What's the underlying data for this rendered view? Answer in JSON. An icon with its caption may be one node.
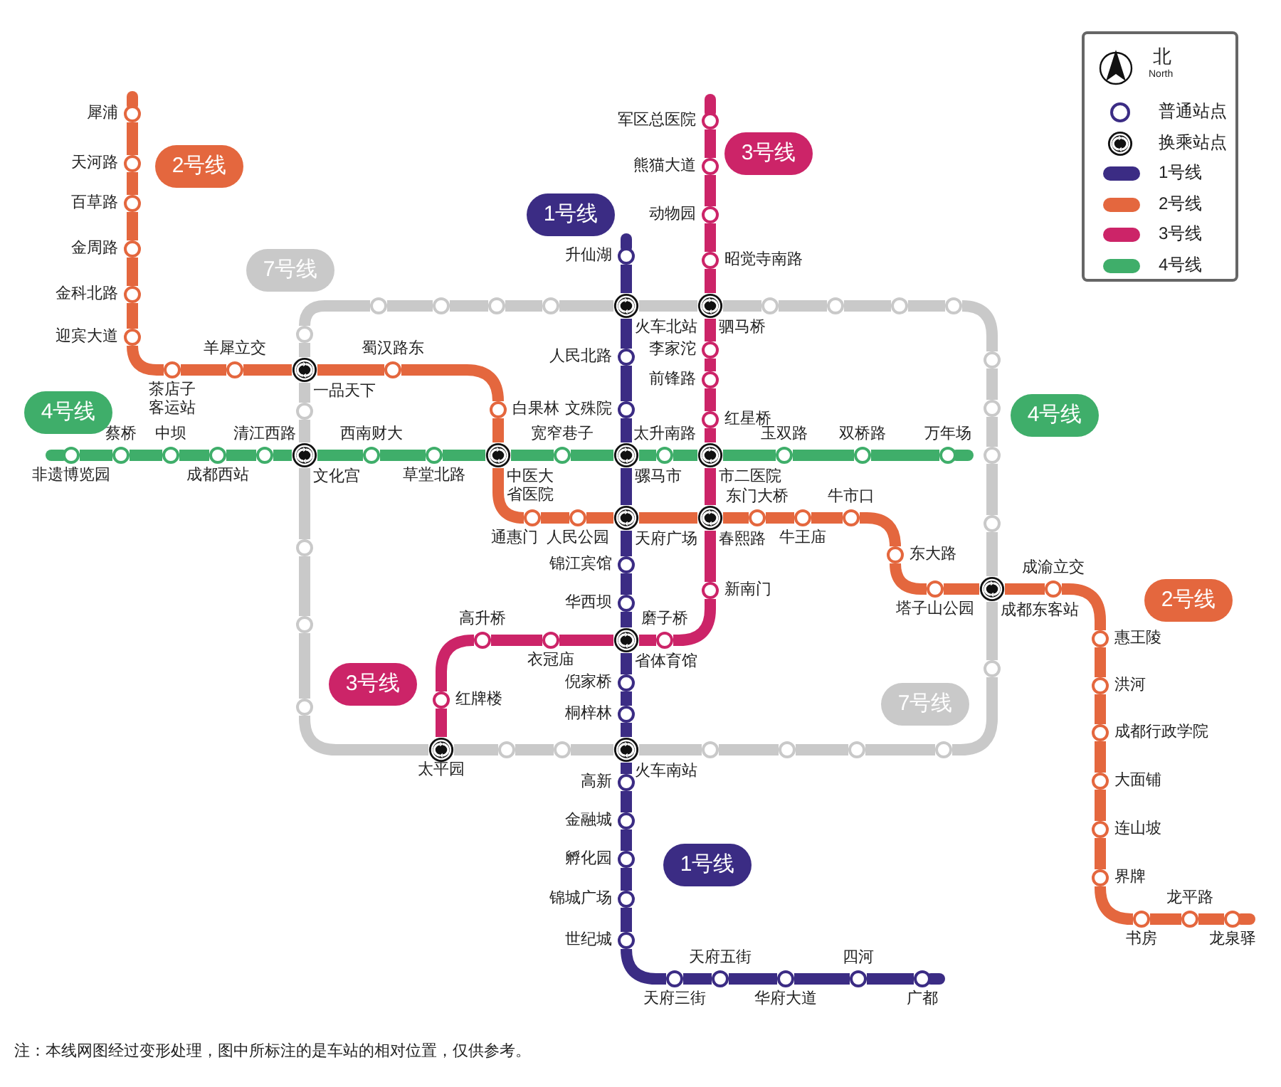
{
  "diagram": {
    "caption": "注：本线网图经过变形处理，图中所标注的是车站的相对位置，仅供参考。",
    "nodes": [
      {
        "text": [],
        "shape": "circle",
        "beside": [
          "犀浦"
        ]
      },
      {
        "text": [],
        "shape": "circle",
        "beside": [
          "天河路"
        ]
      },
      {
        "text": [],
        "shape": "circle",
        "beside": [
          "百草路"
        ]
      },
      {
        "text": [],
        "shape": "circle",
        "beside": [
          "金周路"
        ]
      },
      {
        "text": [],
        "shape": "circle",
        "beside": [
          "金科北路"
        ]
      },
      {
        "text": [],
        "shape": "circle",
        "beside": [
          "迎宾大道"
        ]
      },
      {
        "text": [],
        "shape": "circle",
        "beside": [
          "茶店子客运站"
        ]
      },
      {
        "text": [],
        "shape": "circle",
        "beside": [
          "羊犀立交"
        ]
      },
      {
        "text": [],
        "shape": "circle",
        "beside": [
          "一品天下"
        ]
      },
      {
        "text": [],
        "shape": "circle",
        "beside": [
          "蜀汉路东"
        ]
      },
      {
        "text": [],
        "shape": "circle",
        "beside": [
          "白果林"
        ]
      },
      {
        "text": [],
        "shape": "circle",
        "beside": [
          "中医大省医院"
        ]
      },
      {
        "text": [],
        "shape": "circle",
        "beside": [
          "通惠门"
        ]
      },
      {
        "text": [],
        "shape": "circle",
        "beside": [
          "人民公园"
        ]
      },
      {
        "text": [],
        "shape": "circle",
        "beside": [
          "天府广场"
        ]
      },
      {
        "text": [],
        "shape": "circle",
        "beside": [
          "春熙路"
        ]
      },
      {
        "text": [],
        "shape": "circle",
        "beside": [
          "东门大桥"
        ]
      },
      {
        "text": [],
        "shape": "circle",
        "beside": [
          "牛王庙"
        ]
      },
      {
        "text": [],
        "shape": "circle",
        "beside": [
          "牛市口"
        ]
      },
      {
        "text": [],
        "shape": "circle",
        "beside": [
          "东大路"
        ]
      },
      {
        "text": [],
        "shape": "circle",
        "beside": [
          "塔子山公园"
        ]
      },
      {
        "text": [],
        "shape": "circle",
        "beside": [
          "成都东客站"
        ]
      },
      {
        "text": [],
        "shape": "circle",
        "beside": [
          "成渝立交"
        ]
      },
      {
        "text": [],
        "shape": "circle",
        "beside": [
          "惠王陵"
        ]
      },
      {
        "text": [],
        "shape": "circle",
        "beside": [
          "洪河"
        ]
      },
      {
        "text": [],
        "shape": "circle",
        "beside": [
          "成都行政学院"
        ]
      },
      {
        "text": [],
        "shape": "circle",
        "beside": [
          "大面铺"
        ]
      },
      {
        "text": [],
        "shape": "circle",
        "beside": [
          "连山坡"
        ]
      },
      {
        "text": [],
        "shape": "circle",
        "beside": [
          "界牌"
        ]
      },
      {
        "text": [],
        "shape": "circle",
        "beside": [
          "书房"
        ]
      },
      {
        "text": [],
        "shape": "circle",
        "beside": [
          "龙平路"
        ]
      },
      {
        "text": [],
        "shape": "circle",
        "beside": [
          "龙泉驿"
        ]
      },
      {
        "text": [],
        "shape": "circle",
        "beside": [
          "升仙湖"
        ]
      },
      {
        "text": [],
        "shape": "circle",
        "beside": [
          "火车北站"
        ]
      },
      {
        "text": [],
        "shape": "circle",
        "beside": [
          "人民北路"
        ]
      },
      {
        "text": [],
        "shape": "circle",
        "beside": [
          "文殊院"
        ]
      },
      {
        "text": [],
        "shape": "circle",
        "beside": [
          "骡马市"
        ]
      },
      {
        "text": [],
        "shape": "circle",
        "beside": [
          "锦江宾馆"
        ]
      },
      {
        "text": [],
        "shape": "circle",
        "beside": [
          "华西坝"
        ]
      },
      {
        "text": [],
        "shape": "circle",
        "beside": [
          "省体育馆"
        ]
      },
      {
        "text": [],
        "shape": "circle",
        "beside": [
          "倪家桥"
        ]
      },
      {
        "text": [],
        "shape": "circle",
        "beside": [
          "桐梓林"
        ]
      },
      {
        "text": [],
        "shape": "circle",
        "beside": [
          "火车南站"
        ]
      },
      {
        "text": [],
        "shape": "circle",
        "beside": [
          "高新"
        ]
      },
      {
        "text": [],
        "shape": "circle",
        "beside": [
          "金融城"
        ]
      },
      {
        "text": [],
        "shape": "circle",
        "beside": [
          "孵化园"
        ]
      },
      {
        "text": [],
        "shape": "circle",
        "beside": [
          "锦城广场"
        ]
      },
      {
        "text": [],
        "shape": "circle",
        "beside": [
          "世纪城"
        ]
      },
      {
        "text": [],
        "shape": "circle",
        "beside": [
          "天府三街"
        ]
      },
      {
        "text": [],
        "shape": "circle",
        "beside": [
          "天府五街"
        ]
      },
      {
        "text": [],
        "shape": "circle",
        "beside": [
          "华府大道"
        ]
      },
      {
        "text": [],
        "shape": "circle",
        "beside": [
          "四河"
        ]
      },
      {
        "text": [],
        "shape": "circle",
        "beside": [
          "广都"
        ]
      },
      {
        "text": [],
        "shape": "circle",
        "beside": [
          "军区总医院"
        ]
      },
      {
        "text": [],
        "shape": "circle",
        "beside": [
          "熊猫大道"
        ]
      },
      {
        "text": [],
        "shape": "circle",
        "beside": [
          "动物园"
        ]
      },
      {
        "text": [],
        "shape": "circle",
        "beside": [
          "昭觉寺南路"
        ]
      },
      {
        "text": [],
        "shape": "circle",
        "beside": [
          "驷马桥"
        ]
      },
      {
        "text": [],
        "shape": "circle",
        "beside": [
          "李家沱"
        ]
      },
      {
        "text": [],
        "shape": "circle",
        "beside": [
          "前锋路"
        ]
      },
      {
        "text": [],
        "shape": "circle",
        "beside": [
          "红星桥"
        ]
      },
      {
        "text": [],
        "shape": "circle",
        "beside": [
          "市二医院"
        ]
      },
      {
        "text": [],
        "shape": "circle",
        "beside": [
          "新南门"
        ]
      },
      {
        "text": [],
        "shape": "circle",
        "beside": [
          "磨子桥"
        ]
      },
      {
        "text": [],
        "shape": "circle",
        "beside": [
          "衣冠庙"
        ]
      },
      {
        "text": [],
        "shape": "circle",
        "beside": [
          "高升桥"
        ]
      },
      {
        "text": [],
        "shape": "circle",
        "beside": [
          "红牌楼"
        ]
      },
      {
        "text": [],
        "shape": "circle",
        "beside": [
          "太平园"
        ]
      },
      {
        "text": [],
        "shape": "circle",
        "beside": [
          "非遗博览园"
        ]
      },
      {
        "text": [],
        "shape": "circle",
        "beside": [
          "蔡桥"
        ]
      },
      {
        "text": [],
        "shape": "circle",
        "beside": [
          "中坝"
        ]
      },
      {
        "text": [],
        "shape": "circle",
        "beside": [
          "成都西站"
        ]
      },
      {
        "text": [],
        "shape": "circle",
        "beside": [
          "清江西路"
        ]
      },
      {
        "text": [],
        "shape": "circle",
        "beside": [
          "文化宫"
        ]
      },
      {
        "text": [],
        "shape": "circle",
        "beside": [
          "西南财大"
        ]
      },
      {
        "text": [],
        "shape": "circle",
        "beside": [
          "草堂北路"
        ]
      },
      {
        "text": [],
        "shape": "circle",
        "beside": [
          "宽窄巷子"
        ]
      },
      {
        "text": [],
        "shape": "circle",
        "beside": [
          "太升南路"
        ]
      },
      {
        "text": [],
        "shape": "circle",
        "beside": [
          "玉双路"
        ]
      },
      {
        "text": [],
        "shape": "circle",
        "beside": [
          "双桥路"
        ]
      },
      {
        "text": [],
        "shape": "circle",
        "beside": [
          "万年场"
        ]
      },
      {
        "text": [],
        "shape": "circle"
      },
      {
        "text": [],
        "shape": "circle"
      },
      {
        "text": [],
        "shape": "circle"
      },
      {
        "text": [],
        "shape": "circle"
      },
      {
        "text": [],
        "shape": "circle"
      },
      {
        "text": [],
        "shape": "circle"
      },
      {
        "text": [],
        "shape": "circle"
      },
      {
        "text": [],
        "shape": "circle"
      },
      {
        "text": [],
        "shape": "circle"
      },
      {
        "text": [],
        "shape": "circle"
      },
      {
        "text": [],
        "shape": "circle"
      },
      {
        "text": [],
        "shape": "circle"
      },
      {
        "text": [],
        "shape": "circle"
      },
      {
        "text": [],
        "shape": "circle"
      },
      {
        "text": [],
        "shape": "circle"
      },
      {
        "text": [],
        "shape": "circle"
      },
      {
        "text": [],
        "shape": "circle"
      },
      {
        "text": [],
        "shape": "circle"
      },
      {
        "text": [],
        "shape": "circle"
      },
      {
        "text": [],
        "shape": "circle"
      },
      {
        "text": [],
        "shape": "circle"
      },
      {
        "text": [],
        "shape": "circle"
      },
      {
        "text": [],
        "shape": "circle"
      },
      {
        "text": [],
        "shape": "circle"
      },
      {
        "text": [
          "2号线"
        ]
      },
      {
        "text": [
          "3号线"
        ]
      },
      {
        "text": [
          "1号线"
        ]
      },
      {
        "text": [
          "7号线"
        ]
      },
      {
        "text": [
          "4号线"
        ]
      },
      {
        "text": [
          "4号线"
        ]
      },
      {
        "text": [
          "2号线"
        ]
      },
      {
        "text": [
          "3号线"
        ]
      },
      {
        "text": [
          "7号线"
        ]
      },
      {
        "text": [
          "1号线"
        ]
      }
    ],
    "edges": [
      {
        "from": 0,
        "to": 1,
        "arrow": "none",
        "color": "#e4673e"
      },
      {
        "from": 1,
        "to": 2,
        "arrow": "none",
        "color": "#e4673e"
      },
      {
        "from": 2,
        "to": 3,
        "arrow": "none",
        "color": "#e4673e"
      },
      {
        "from": 3,
        "to": 4,
        "arrow": "none",
        "color": "#e4673e"
      },
      {
        "from": 4,
        "to": 5,
        "arrow": "none",
        "color": "#e4673e"
      },
      {
        "from": 5,
        "to": 6,
        "arrow": "none",
        "color": "#e4673e"
      },
      {
        "from": 6,
        "to": 7,
        "arrow": "none",
        "color": "#e4673e"
      },
      {
        "from": 7,
        "to": 8,
        "arrow": "none",
        "color": "#e4673e"
      },
      {
        "from": 8,
        "to": 9,
        "arrow": "none",
        "color": "#e4673e"
      },
      {
        "from": 9,
        "to": 10,
        "arrow": "none",
        "color": "#e4673e"
      },
      {
        "from": 10,
        "to": 11,
        "arrow": "none",
        "color": "#e4673e"
      },
      {
        "from": 11,
        "to": 12,
        "arrow": "none",
        "color": "#e4673e"
      },
      {
        "from": 12,
        "to": 13,
        "arrow": "none",
        "color": "#e4673e"
      },
      {
        "from": 13,
        "to": 14,
        "arrow": "none",
        "color": "#e4673e"
      },
      {
        "from": 14,
        "to": 15,
        "arrow": "none",
        "color": "#e4673e"
      },
      {
        "from": 15,
        "to": 16,
        "arrow": "none",
        "color": "#e4673e"
      },
      {
        "from": 16,
        "to": 17,
        "arrow": "none",
        "color": "#e4673e"
      },
      {
        "from": 17,
        "to": 18,
        "arrow": "none",
        "color": "#e4673e"
      },
      {
        "from": 18,
        "to": 19,
        "arrow": "none",
        "color": "#e4673e"
      },
      {
        "from": 19,
        "to": 20,
        "arrow": "none",
        "color": "#e4673e"
      },
      {
        "from": 20,
        "to": 21,
        "arrow": "none",
        "color": "#e4673e"
      },
      {
        "from": 21,
        "to": 22,
        "arrow": "none",
        "color": "#e4673e"
      },
      {
        "from": 22,
        "to": 23,
        "arrow": "none",
        "color": "#e4673e"
      },
      {
        "from": 23,
        "to": 24,
        "arrow": "none",
        "color": "#e4673e"
      },
      {
        "from": 24,
        "to": 25,
        "arrow": "none",
        "color": "#e4673e"
      },
      {
        "from": 25,
        "to": 26,
        "arrow": "none",
        "color": "#e4673e"
      },
      {
        "from": 26,
        "to": 27,
        "arrow": "none",
        "color": "#e4673e"
      },
      {
        "from": 27,
        "to": 28,
        "arrow": "none",
        "color": "#e4673e"
      },
      {
        "from": 28,
        "to": 29,
        "arrow": "none",
        "color": "#e4673e"
      },
      {
        "from": 29,
        "to": 30,
        "arrow": "none",
        "color": "#e4673e"
      },
      {
        "from": 30,
        "to": 31,
        "arrow": "none",
        "color": "#e4673e"
      },
      {
        "from": 32,
        "to": 33,
        "arrow": "none",
        "color": "#3b2c84"
      },
      {
        "from": 33,
        "to": 34,
        "arrow": "none",
        "color": "#3b2c84"
      },
      {
        "from": 34,
        "to": 35,
        "arrow": "none",
        "color": "#3b2c84"
      },
      {
        "from": 35,
        "to": 36,
        "arrow": "none",
        "color": "#3b2c84"
      },
      {
        "from": 36,
        "to": 14,
        "arrow": "none",
        "color": "#3b2c84"
      },
      {
        "from": 14,
        "to": 37,
        "arrow": "none",
        "color": "#3b2c84"
      },
      {
        "from": 37,
        "to": 38,
        "arrow": "none",
        "color": "#3b2c84"
      },
      {
        "from": 38,
        "to": 39,
        "arrow": "none",
        "color": "#3b2c84"
      },
      {
        "from": 39,
        "to": 40,
        "arrow": "none",
        "color": "#3b2c84"
      },
      {
        "from": 40,
        "to": 41,
        "arrow": "none",
        "color": "#3b2c84"
      },
      {
        "from": 41,
        "to": 42,
        "arrow": "none",
        "color": "#3b2c84"
      },
      {
        "from": 42,
        "to": 43,
        "arrow": "none",
        "color": "#3b2c84"
      },
      {
        "from": 43,
        "to": 44,
        "arrow": "none",
        "color": "#3b2c84"
      },
      {
        "from": 44,
        "to": 45,
        "arrow": "none",
        "color": "#3b2c84"
      },
      {
        "from": 45,
        "to": 46,
        "arrow": "none",
        "color": "#3b2c84"
      },
      {
        "from": 46,
        "to": 47,
        "arrow": "none",
        "color": "#3b2c84"
      },
      {
        "from": 47,
        "to": 48,
        "arrow": "none",
        "color": "#3b2c84"
      },
      {
        "from": 48,
        "to": 49,
        "arrow": "none",
        "color": "#3b2c84"
      },
      {
        "from": 49,
        "to": 50,
        "arrow": "none",
        "color": "#3b2c84"
      },
      {
        "from": 50,
        "to": 51,
        "arrow": "none",
        "color": "#3b2c84"
      },
      {
        "from": 51,
        "to": 52,
        "arrow": "none",
        "color": "#3b2c84"
      },
      {
        "from": 53,
        "to": 54,
        "arrow": "none",
        "color": "#cc2468"
      },
      {
        "from": 54,
        "to": 55,
        "arrow": "none",
        "color": "#cc2468"
      },
      {
        "from": 55,
        "to": 56,
        "arrow": "none",
        "color": "#cc2468"
      },
      {
        "from": 56,
        "to": 57,
        "arrow": "none",
        "color": "#cc2468"
      },
      {
        "from": 57,
        "to": 58,
        "arrow": "none",
        "color": "#cc2468"
      },
      {
        "from": 58,
        "to": 59,
        "arrow": "none",
        "color": "#cc2468"
      },
      {
        "from": 59,
        "to": 60,
        "arrow": "none",
        "color": "#cc2468"
      },
      {
        "from": 60,
        "to": 61,
        "arrow": "none",
        "color": "#cc2468"
      },
      {
        "from": 61,
        "to": 15,
        "arrow": "none",
        "color": "#cc2468"
      },
      {
        "from": 15,
        "to": 62,
        "arrow": "none",
        "color": "#cc2468"
      },
      {
        "from": 62,
        "to": 63,
        "arrow": "none",
        "color": "#cc2468"
      },
      {
        "from": 63,
        "to": 39,
        "arrow": "none",
        "color": "#cc2468"
      },
      {
        "from": 39,
        "to": 64,
        "arrow": "none",
        "color": "#cc2468"
      },
      {
        "from": 64,
        "to": 65,
        "arrow": "none",
        "color": "#cc2468"
      },
      {
        "from": 65,
        "to": 66,
        "arrow": "none",
        "color": "#cc2468"
      },
      {
        "from": 66,
        "to": 67,
        "arrow": "none",
        "color": "#cc2468"
      },
      {
        "from": 68,
        "to": 69,
        "arrow": "none",
        "color": "#3fae6a"
      },
      {
        "from": 69,
        "to": 70,
        "arrow": "none",
        "color": "#3fae6a"
      },
      {
        "from": 70,
        "to": 71,
        "arrow": "none",
        "color": "#3fae6a"
      },
      {
        "from": 71,
        "to": 72,
        "arrow": "none",
        "color": "#3fae6a"
      },
      {
        "from": 72,
        "to": 73,
        "arrow": "none",
        "color": "#3fae6a"
      },
      {
        "from": 73,
        "to": 74,
        "arrow": "none",
        "color": "#3fae6a"
      },
      {
        "from": 74,
        "to": 75,
        "arrow": "none",
        "color": "#3fae6a"
      },
      {
        "from": 75,
        "to": 11,
        "arrow": "none",
        "color": "#3fae6a"
      },
      {
        "from": 11,
        "to": 76,
        "arrow": "none",
        "color": "#3fae6a"
      },
      {
        "from": 76,
        "to": 36,
        "arrow": "none",
        "color": "#3fae6a"
      },
      {
        "from": 36,
        "to": 77,
        "arrow": "none",
        "color": "#3fae6a"
      },
      {
        "from": 77,
        "to": 61,
        "arrow": "none",
        "color": "#3fae6a"
      },
      {
        "from": 61,
        "to": 78,
        "arrow": "none",
        "color": "#3fae6a"
      },
      {
        "from": 78,
        "to": 79,
        "arrow": "none",
        "color": "#3fae6a"
      },
      {
        "from": 79,
        "to": 80,
        "arrow": "none",
        "color": "#3fae6a"
      },
      {
        "from": 8,
        "to": 81,
        "arrow": "none",
        "color": "#c9c9c9"
      },
      {
        "from": 81,
        "to": 82,
        "arrow": "none",
        "color": "#c9c9c9"
      },
      {
        "from": 82,
        "to": 83,
        "arrow": "none",
        "color": "#c9c9c9"
      },
      {
        "from": 83,
        "to": 84,
        "arrow": "none",
        "color": "#c9c9c9"
      },
      {
        "from": 84,
        "to": 85,
        "arrow": "none",
        "color": "#c9c9c9"
      },
      {
        "from": 85,
        "to": 33,
        "arrow": "none",
        "color": "#c9c9c9"
      },
      {
        "from": 33,
        "to": 57,
        "arrow": "none",
        "color": "#c9c9c9"
      },
      {
        "from": 57,
        "to": 86,
        "arrow": "none",
        "color": "#c9c9c9"
      },
      {
        "from": 86,
        "to": 87,
        "arrow": "none",
        "color": "#c9c9c9"
      },
      {
        "from": 87,
        "to": 88,
        "arrow": "none",
        "color": "#c9c9c9"
      },
      {
        "from": 88,
        "to": 89,
        "arrow": "none",
        "color": "#c9c9c9"
      },
      {
        "from": 89,
        "to": 90,
        "arrow": "none",
        "color": "#c9c9c9"
      },
      {
        "from": 90,
        "to": 91,
        "arrow": "none",
        "color": "#c9c9c9"
      },
      {
        "from": 91,
        "to": 92,
        "arrow": "none",
        "color": "#c9c9c9"
      },
      {
        "from": 92,
        "to": 93,
        "arrow": "none",
        "color": "#c9c9c9"
      },
      {
        "from": 93,
        "to": 21,
        "arrow": "none",
        "color": "#c9c9c9"
      },
      {
        "from": 21,
        "to": 94,
        "arrow": "none",
        "color": "#c9c9c9"
      },
      {
        "from": 94,
        "to": 95,
        "arrow": "none",
        "color": "#c9c9c9"
      },
      {
        "from": 95,
        "to": 96,
        "arrow": "none",
        "color": "#c9c9c9"
      },
      {
        "from": 96,
        "to": 97,
        "arrow": "none",
        "color": "#c9c9c9"
      },
      {
        "from": 97,
        "to": 98,
        "arrow": "none",
        "color": "#c9c9c9"
      },
      {
        "from": 98,
        "to": 42,
        "arrow": "none",
        "color": "#c9c9c9"
      },
      {
        "from": 42,
        "to": 99,
        "arrow": "none",
        "color": "#c9c9c9"
      },
      {
        "from": 99,
        "to": 100,
        "arrow": "none",
        "color": "#c9c9c9"
      },
      {
        "from": 100,
        "to": 67,
        "arrow": "none",
        "color": "#c9c9c9"
      },
      {
        "from": 67,
        "to": 101,
        "arrow": "none",
        "color": "#c9c9c9"
      },
      {
        "from": 101,
        "to": 102,
        "arrow": "none",
        "color": "#c9c9c9"
      },
      {
        "from": 102,
        "to": 103,
        "arrow": "none",
        "color": "#c9c9c9"
      },
      {
        "from": 103,
        "to": 73,
        "arrow": "none",
        "color": "#c9c9c9"
      },
      {
        "from": 73,
        "to": 104,
        "arrow": "none",
        "color": "#c9c9c9"
      },
      {
        "from": 104,
        "to": 8,
        "arrow": "none",
        "color": "#c9c9c9"
      }
    ],
    "labels": [
      "北",
      "North"
    ],
    "legend": [
      {
        "text": "普通站点"
      },
      {
        "text": "换乘站点"
      },
      {
        "text": "1号线",
        "color": "#3b2c84"
      },
      {
        "text": "2号线",
        "color": "#e4673e"
      },
      {
        "text": "3号线",
        "color": "#cc2468"
      },
      {
        "text": "4号线",
        "color": "#3fae6a"
      }
    ]
  }
}
